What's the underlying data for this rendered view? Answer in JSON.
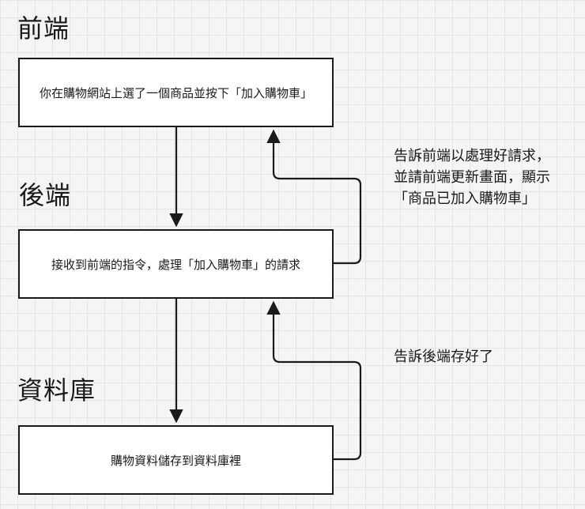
{
  "layers": {
    "frontend": "前端",
    "backend": "後端",
    "database": "資料庫"
  },
  "boxes": {
    "frontend": "你在購物網站上選了一個商品並按下「加入購物車」",
    "backend": "接收到前端的指令，處理「加入購物車」的請求",
    "database": "購物資料儲存到資料庫裡"
  },
  "notes": {
    "backend_to_frontend": [
      "告訴前端以處理好請求，",
      "並請前端更新畫面，顯示",
      "「商品已加入購物車」"
    ],
    "database_to_backend": "告訴後端存好了"
  },
  "colors": {
    "stroke": "#1a1a1a",
    "box_fill": "#ffffff",
    "background": "#f5f5f5",
    "grid": "#e4e4e4"
  }
}
